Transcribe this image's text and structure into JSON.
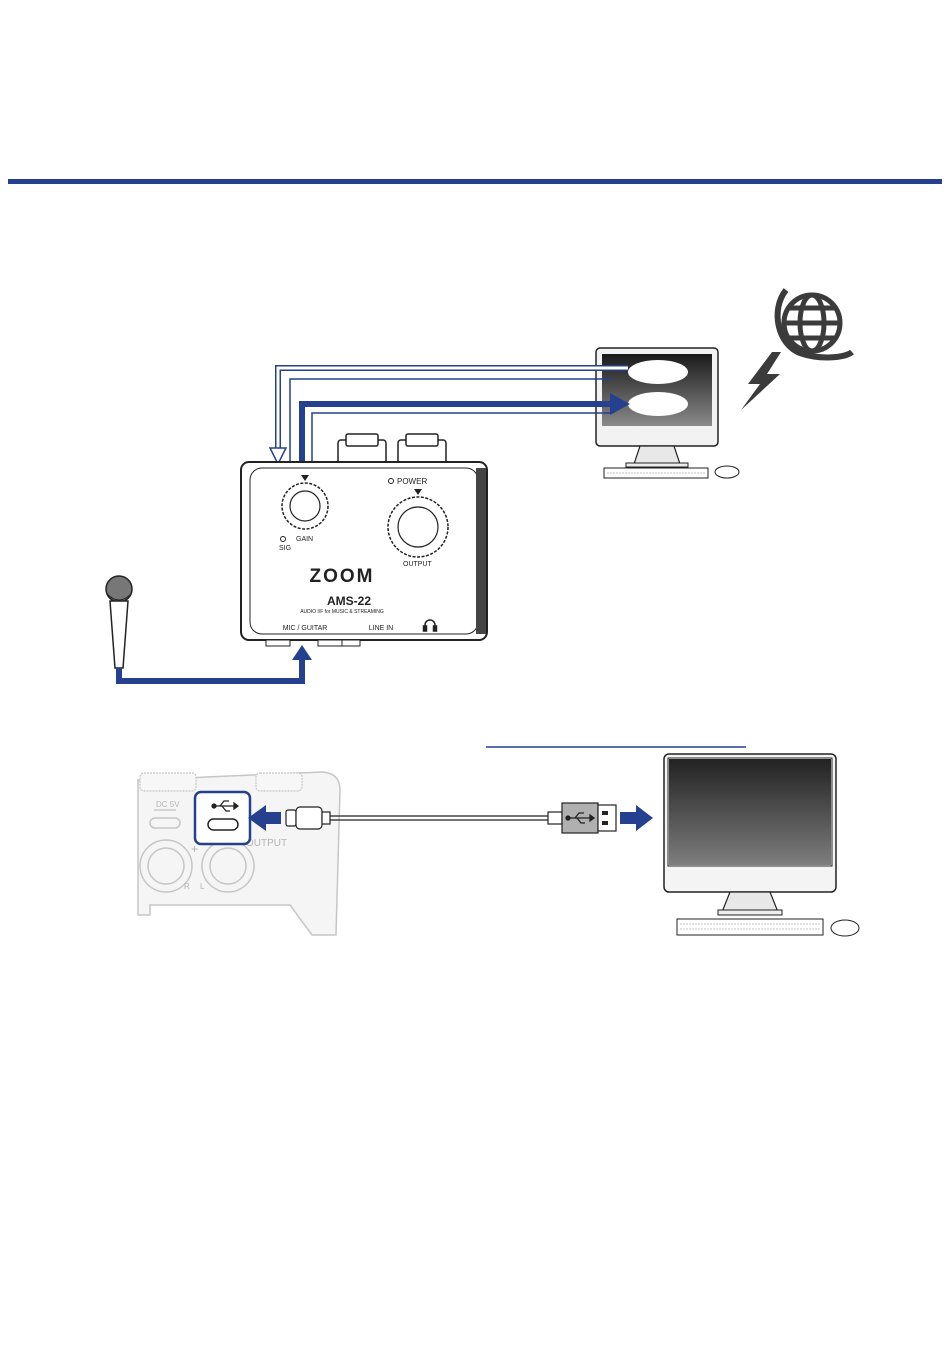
{
  "colors": {
    "accent": "#24408e",
    "line": "#222222",
    "device_gray": "#9a9a9a",
    "screen_dark": "#3a3a3a"
  },
  "device": {
    "power_label": "POWER",
    "gain_label": "GAIN",
    "sig_label": "SIG",
    "output_label": "OUTPUT",
    "brand": "ZOOM",
    "model": "AMS-22",
    "subtitle": "AUDIO I/F for MUSIC & STREAMING",
    "mic_guitar_label": "MIC / GUITAR",
    "line_in_label": "LINE IN"
  },
  "rear_panel": {
    "dc_label": "DC 5V",
    "output_label": "OUTPUT",
    "plus_label": "+",
    "r_label": "R",
    "l_label": "L"
  },
  "icons": [
    "globe-icon",
    "lightning-icon",
    "microphone-icon",
    "headphone-icon",
    "usb-icon",
    "computer-icon",
    "keyboard-icon",
    "mouse-icon"
  ]
}
